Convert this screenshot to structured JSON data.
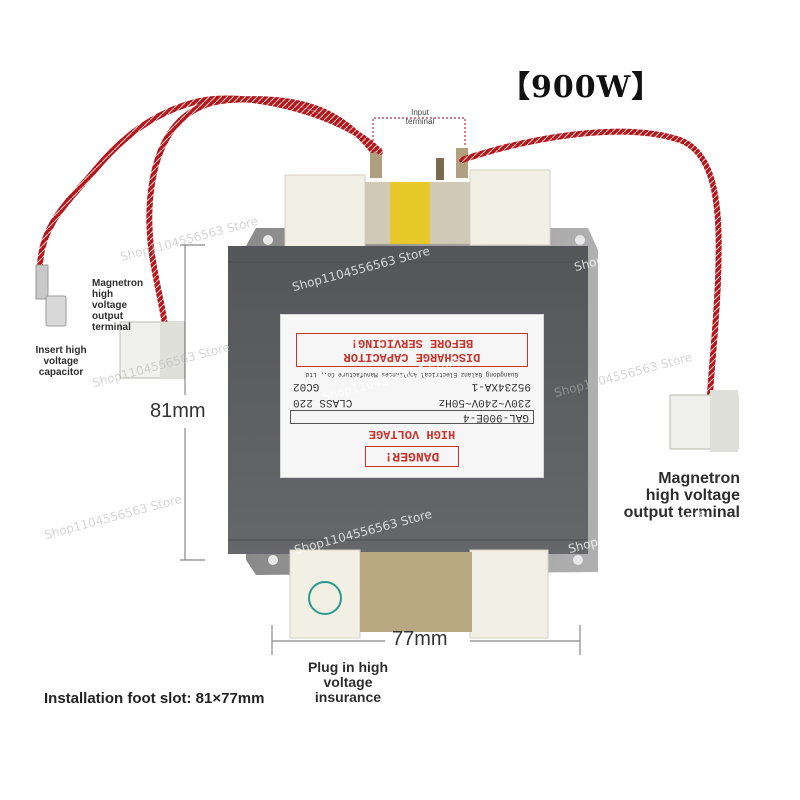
{
  "power_badge": "【900W】",
  "labels": {
    "input_terminal": [
      "Input",
      "terminal"
    ],
    "magnetron_left": [
      "Magnetron",
      "high",
      "voltage",
      "output",
      "terminal"
    ],
    "insert_capacitor": [
      "Insert high",
      "voltage",
      "capacitor"
    ],
    "magnetron_right": [
      "Magnetron",
      "high voltage",
      "output terminal"
    ],
    "plug_insurance": [
      "Plug in high",
      "voltage",
      "insurance"
    ]
  },
  "dimensions": {
    "height": "81mm",
    "width": "77mm"
  },
  "installation_note": "Installation foot slot: 81×77mm",
  "watermark": "Shop1104556563 Store",
  "nameplate": {
    "line1": "BEFORE SERVICING!",
    "line2": "DISCHARGE CAPACITOR",
    "manufacturer": "Guangdong Galanz Electrical Appliances Manufacture Co., Ltd",
    "part_no": "95234XA-1",
    "code": "GC02",
    "rating": "230V~240V~50Hz",
    "class": "CLASS 220",
    "model": "GAL-900E-4",
    "warning1": "HIGH VOLTAGE",
    "warning2": "DANGER!"
  },
  "colors": {
    "transformer_body": "#5a5a5e",
    "wire_red": "#b8141c",
    "bobbin": "#f2efe4",
    "label_red": "#c9332c"
  }
}
